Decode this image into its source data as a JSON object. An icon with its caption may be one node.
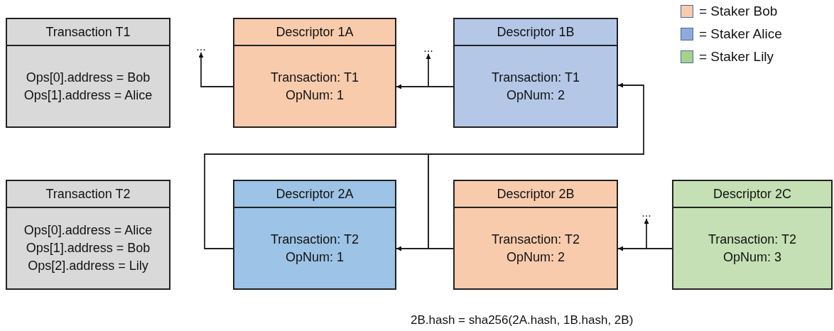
{
  "diagram": {
    "nodes": [
      {
        "text": [
          "Transaction T1",
          "Ops[0].address = Bob",
          "Ops[1].address = Alice"
        ]
      },
      {
        "text": [
          "Descriptor 1A",
          "Transaction: T1",
          "OpNum: 1"
        ]
      },
      {
        "text": [
          "Descriptor 1B",
          "Transaction: T1",
          "OpNum: 2"
        ]
      },
      {
        "text": [
          "Transaction T2",
          "Ops[0].address = Alice",
          "Ops[1].address = Bob",
          "Ops[2].address = Lily"
        ]
      },
      {
        "text": [
          "Descriptor 2A",
          "Transaction: T2",
          "OpNum: 1"
        ]
      },
      {
        "text": [
          "Descriptor 2B",
          "Transaction: T2",
          "OpNum: 2"
        ]
      },
      {
        "text": [
          "Descriptor 2C",
          "Transaction: T2",
          "OpNum: 3"
        ]
      },
      {
        "text": [
          "..."
        ]
      },
      {
        "text": [
          "..."
        ]
      },
      {
        "text": [
          "..."
        ]
      }
    ],
    "edges": [
      {
        "from": 1,
        "to": 7,
        "arrow": "to"
      },
      {
        "from": 2,
        "to": 1,
        "arrow": "to"
      },
      {
        "from": 2,
        "to": 8,
        "arrow": "to"
      },
      {
        "from": 5,
        "to": 4,
        "arrow": "to"
      },
      {
        "from": 5,
        "to": 2,
        "arrow": "to"
      },
      {
        "from": 5,
        "to": 4,
        "arrow": "none"
      },
      {
        "from": 6,
        "to": 5,
        "arrow": "to"
      },
      {
        "from": 6,
        "to": 9,
        "arrow": "to"
      }
    ],
    "labels": [
      "2B.hash = sha256(2A.hash, 1B.hash, 2B)"
    ],
    "legend": [
      {
        "text": "= Staker Bob",
        "color": "#f8cbad"
      },
      {
        "text": "= Staker Alice",
        "color": "#8faadc"
      },
      {
        "text": "= Staker Lily",
        "color": "#a9d18e"
      }
    ]
  }
}
